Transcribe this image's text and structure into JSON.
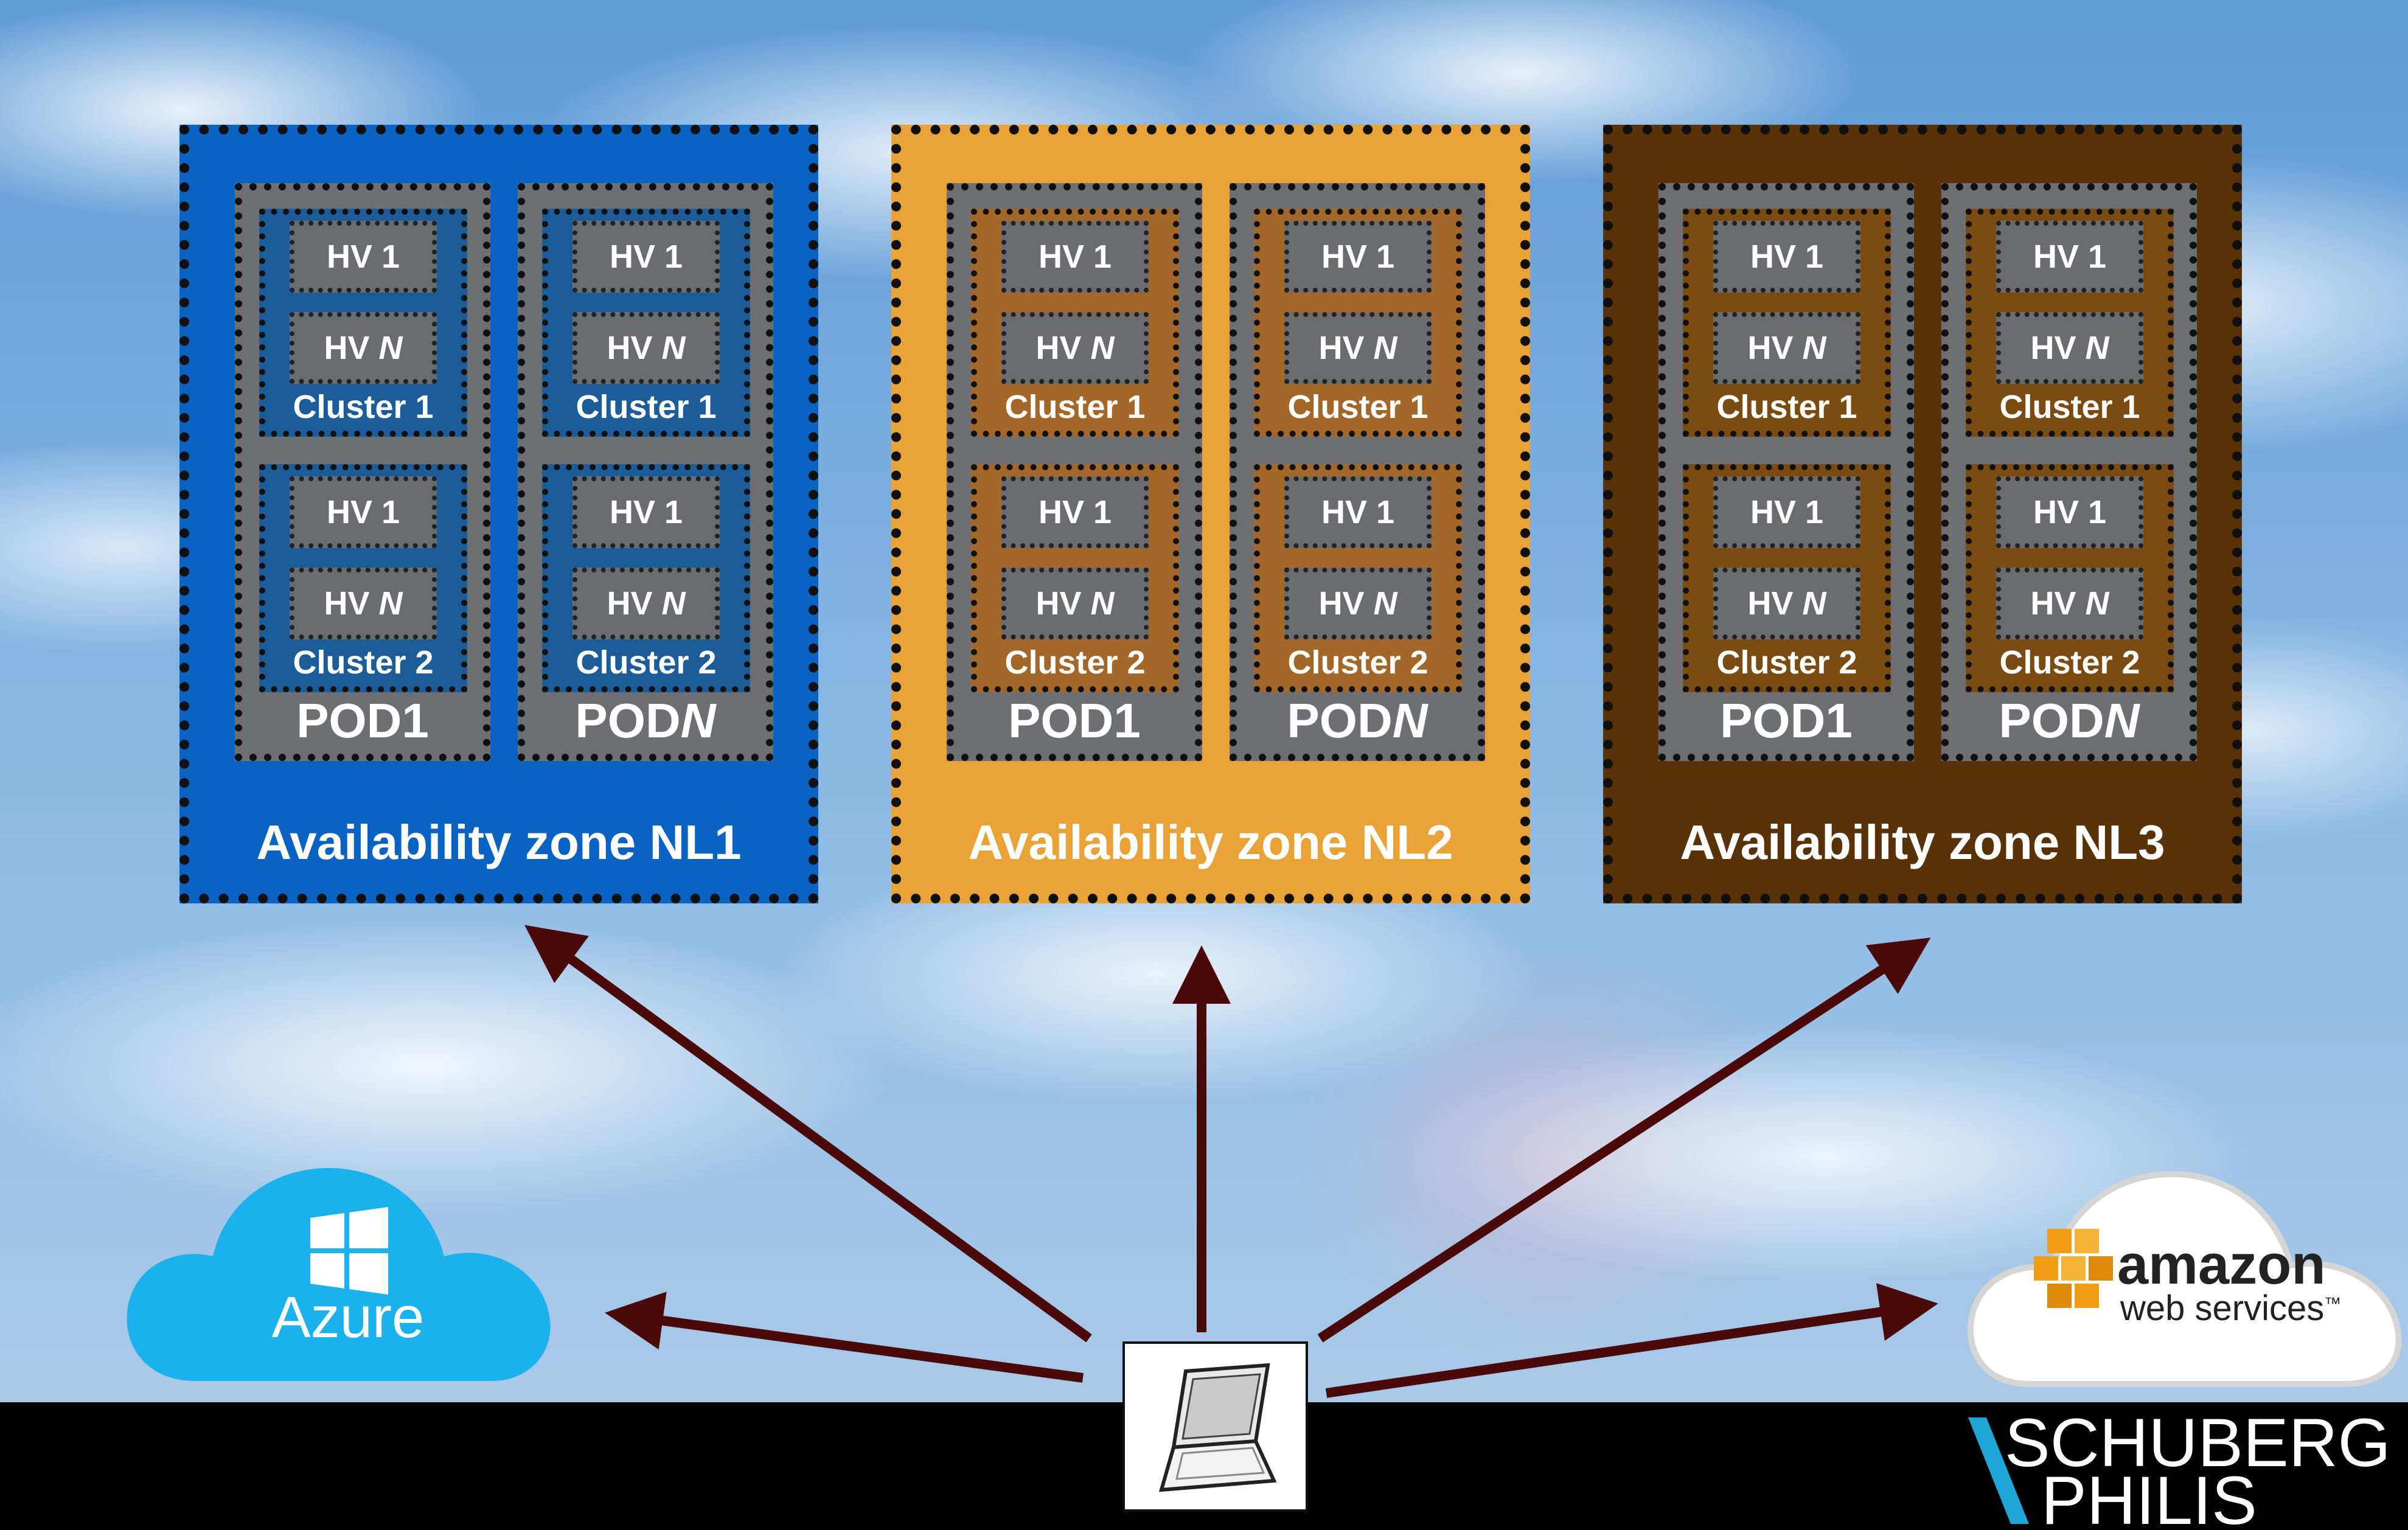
{
  "colors": {
    "zone_nl1": "#0a62c2",
    "zone_nl2": "#e8a235",
    "zone_nl3": "#5a3208",
    "cluster_nl1": "#1c5d99",
    "cluster_nl2": "#a3672a",
    "cluster_nl3": "#7b4c12",
    "arrow": "#4a0a0a",
    "azure": "#1ab1ec"
  },
  "zones": [
    {
      "title": "Availability zone NL1",
      "pods": [
        {
          "name": "POD1",
          "clusters": [
            {
              "label": "Cluster 1",
              "hv_first": "HV 1",
              "hv_last_prefix": "HV ",
              "hv_last_var": "N"
            },
            {
              "label": "Cluster 2",
              "hv_first": "HV 1",
              "hv_last_prefix": "HV ",
              "hv_last_var": "N"
            }
          ]
        },
        {
          "name_prefix": "POD",
          "name_var": "N",
          "clusters": [
            {
              "label": "Cluster 1",
              "hv_first": "HV 1",
              "hv_last_prefix": "HV ",
              "hv_last_var": "N"
            },
            {
              "label": "Cluster 2",
              "hv_first": "HV 1",
              "hv_last_prefix": "HV ",
              "hv_last_var": "N"
            }
          ]
        }
      ]
    },
    {
      "title": "Availability zone NL2",
      "pods": [
        {
          "name": "POD1",
          "clusters": [
            {
              "label": "Cluster 1",
              "hv_first": "HV 1",
              "hv_last_prefix": "HV ",
              "hv_last_var": "N"
            },
            {
              "label": "Cluster 2",
              "hv_first": "HV 1",
              "hv_last_prefix": "HV ",
              "hv_last_var": "N"
            }
          ]
        },
        {
          "name_prefix": "POD",
          "name_var": "N",
          "clusters": [
            {
              "label": "Cluster 1",
              "hv_first": "HV 1",
              "hv_last_prefix": "HV ",
              "hv_last_var": "N"
            },
            {
              "label": "Cluster 2",
              "hv_first": "HV 1",
              "hv_last_prefix": "HV ",
              "hv_last_var": "N"
            }
          ]
        }
      ]
    },
    {
      "title": "Availability zone NL3",
      "pods": [
        {
          "name": "POD1",
          "clusters": [
            {
              "label": "Cluster 1",
              "hv_first": "HV 1",
              "hv_last_prefix": "HV ",
              "hv_last_var": "N"
            },
            {
              "label": "Cluster 2",
              "hv_first": "HV 1",
              "hv_last_prefix": "HV ",
              "hv_last_var": "N"
            }
          ]
        },
        {
          "name_prefix": "POD",
          "name_var": "N",
          "clusters": [
            {
              "label": "Cluster 1",
              "hv_first": "HV 1",
              "hv_last_prefix": "HV ",
              "hv_last_var": "N"
            },
            {
              "label": "Cluster 2",
              "hv_first": "HV 1",
              "hv_last_prefix": "HV ",
              "hv_last_var": "N"
            }
          ]
        }
      ]
    }
  ],
  "azure": {
    "label": "Azure",
    "icon": "windows-logo-icon"
  },
  "aws": {
    "word": "amazon",
    "sub": "web services",
    "tm": "™",
    "icon": "aws-cubes-icon"
  },
  "client": {
    "icon": "laptop-icon"
  },
  "brand": {
    "line1": "SCHUBERG",
    "line2": "PHILIS"
  }
}
